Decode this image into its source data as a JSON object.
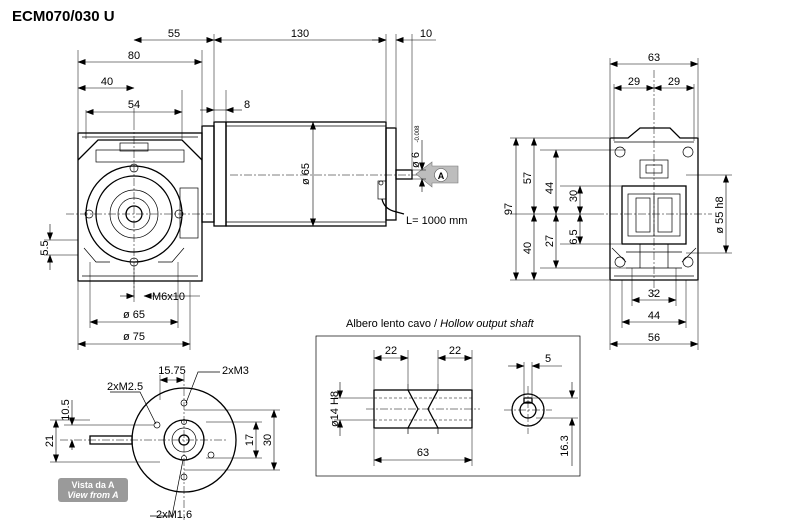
{
  "title": "ECM070/030 U",
  "side_view": {
    "dims": {
      "d55": "55",
      "d130": "130",
      "d10": "10",
      "d80": "80",
      "d40": "40",
      "d54": "54",
      "d8": "8",
      "d5_5": "5.5",
      "d_m6": "M6x10",
      "d_phi65_body": "ø 65",
      "d_phi65_flange": "ø 65",
      "d_phi75": "ø 75",
      "shaft_dia": "ø 6",
      "shaft_tol": "-0.008",
      "cable": "L= 1000 mm"
    },
    "arrow_letter": "A"
  },
  "right_view": {
    "dims": {
      "d63": "63",
      "d29a": "29",
      "d29b": "29",
      "d97": "97",
      "d57": "57",
      "d40": "40",
      "d44": "44",
      "d27": "27",
      "d30": "30",
      "d6_5": "6.5",
      "d55h8": "ø 55 h8",
      "d32": "32",
      "d44b": "44",
      "d56": "56"
    }
  },
  "front_view": {
    "dims": {
      "d15_75": "15.75",
      "m3": "2xM3",
      "m2_5": "2xM2.5",
      "d10_5": "10.5",
      "d21": "21",
      "d17": "17",
      "d30": "30",
      "m1_6": "2xM1.6"
    },
    "caption_it": "Vista da A",
    "caption_en": "View from A"
  },
  "hollow_shaft": {
    "title_it": "Albero lento cavo / ",
    "title_en": "Hollow output shaft",
    "dims": {
      "d22a": "22",
      "d22b": "22",
      "d14": "ø14 H8",
      "d63": "63",
      "d5": "5",
      "d16_3": "16.3"
    }
  }
}
